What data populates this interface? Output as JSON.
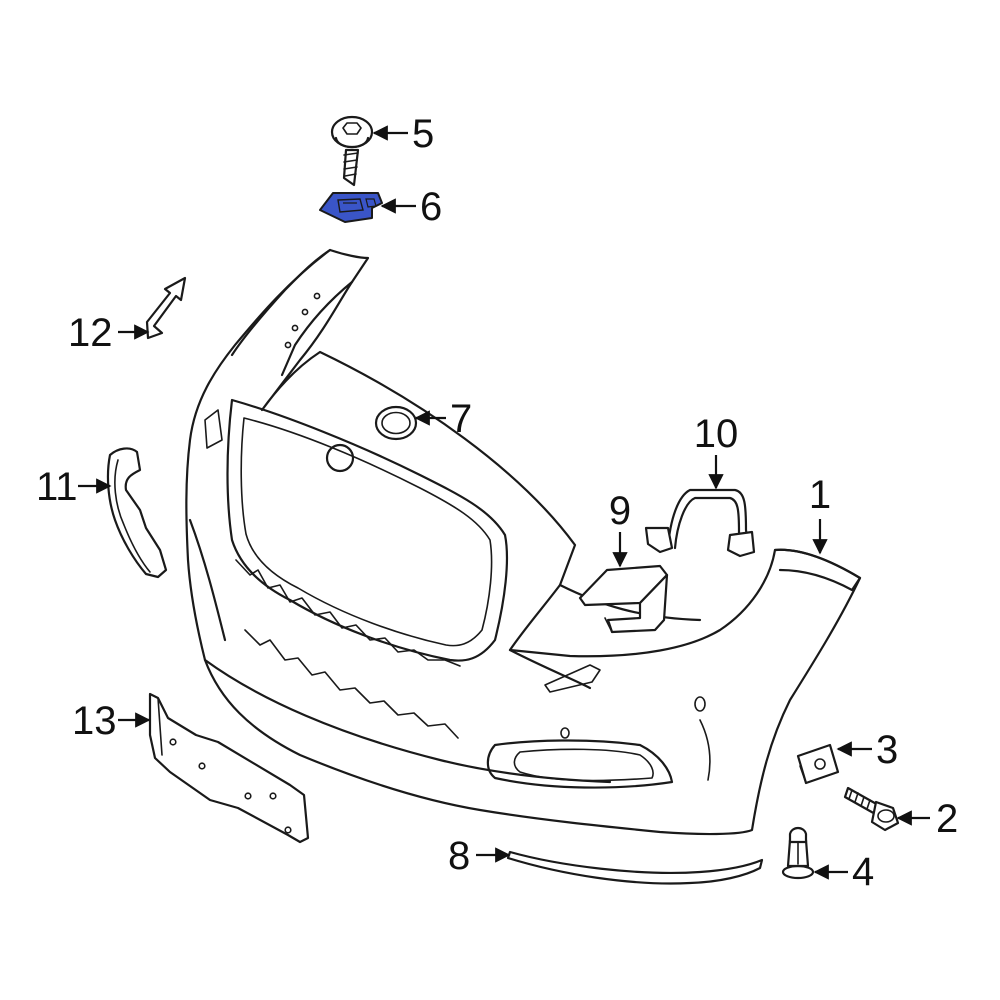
{
  "diagram": {
    "highlight_color": "#3a55c8",
    "line_color": "#1a1a1a",
    "callouts": [
      {
        "id": "1",
        "label": "1"
      },
      {
        "id": "2",
        "label": "2"
      },
      {
        "id": "3",
        "label": "3"
      },
      {
        "id": "4",
        "label": "4"
      },
      {
        "id": "5",
        "label": "5"
      },
      {
        "id": "6",
        "label": "6"
      },
      {
        "id": "7",
        "label": "7"
      },
      {
        "id": "8",
        "label": "8"
      },
      {
        "id": "9",
        "label": "9"
      },
      {
        "id": "10",
        "label": "10"
      },
      {
        "id": "11",
        "label": "11"
      },
      {
        "id": "12",
        "label": "12"
      },
      {
        "id": "13",
        "label": "13"
      }
    ],
    "highlighted_part": "6"
  }
}
